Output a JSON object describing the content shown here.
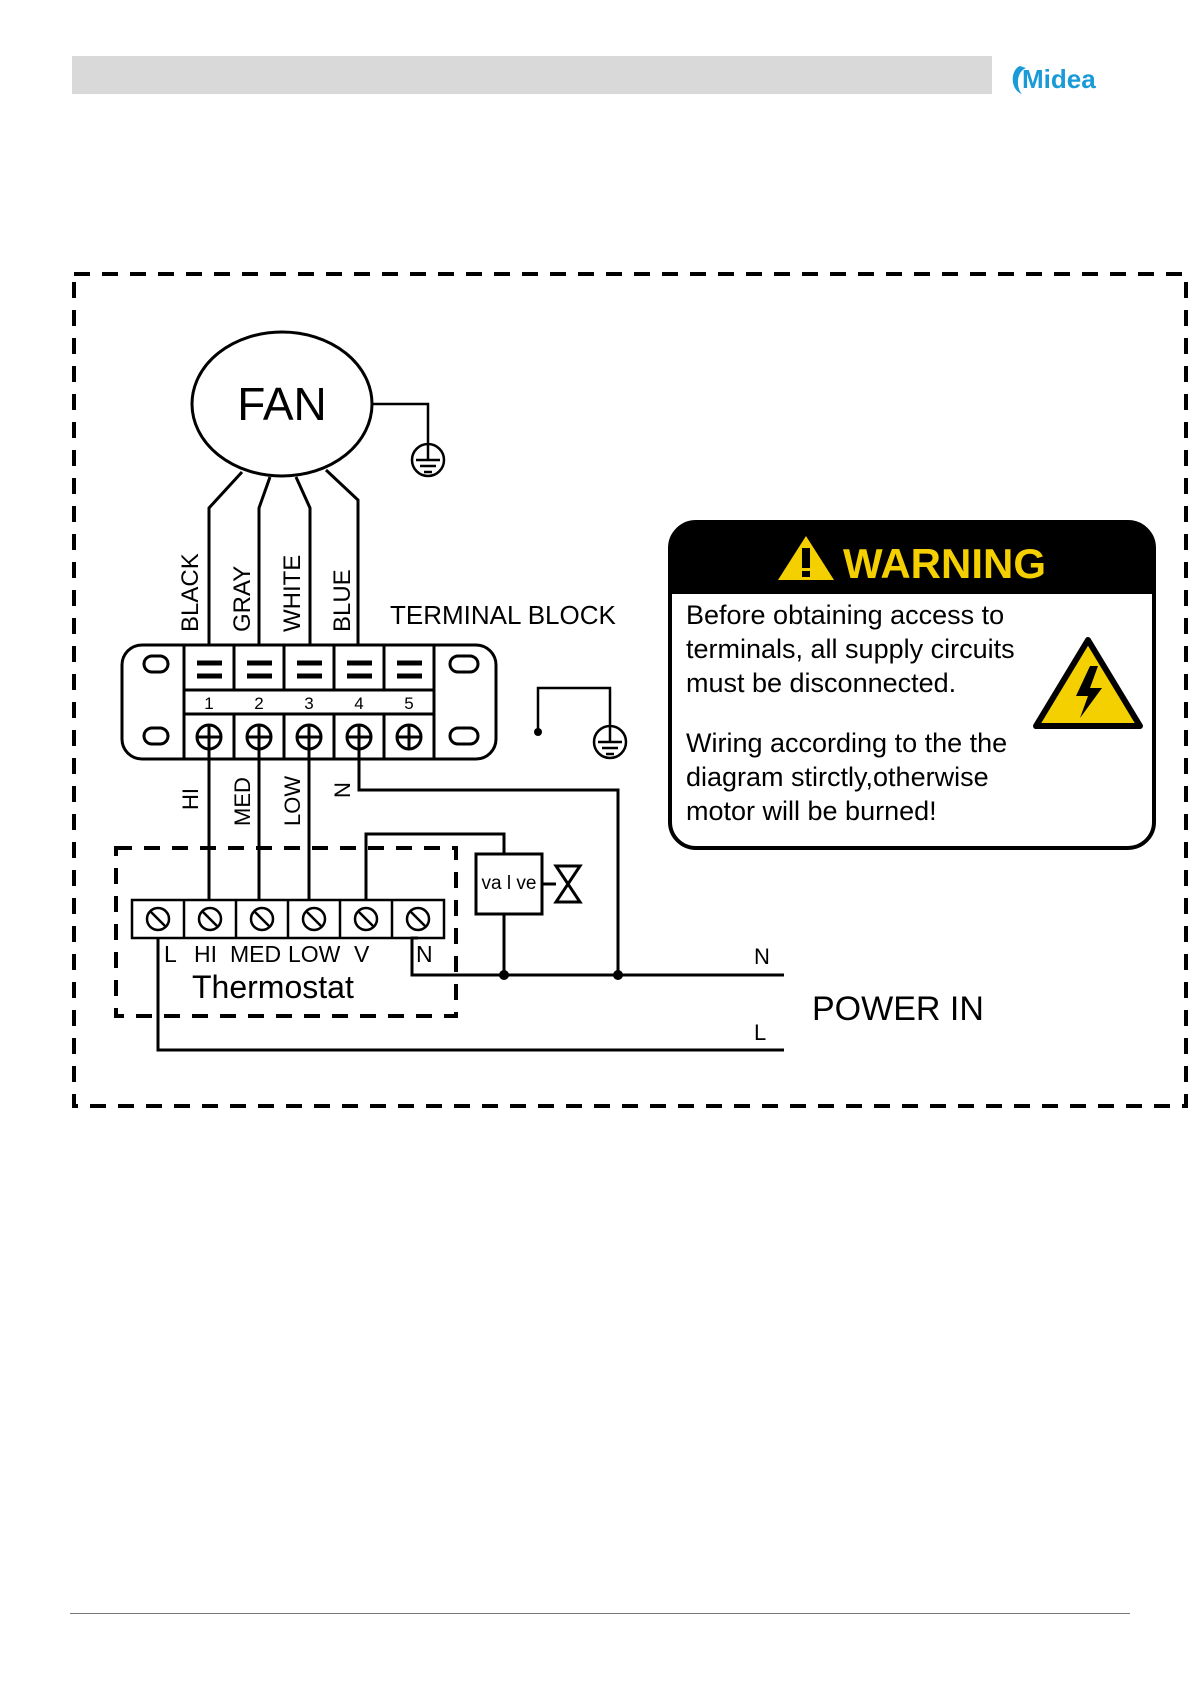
{
  "header": {
    "logo_text": "Midea",
    "brand_color": "#1a9bd7"
  },
  "diagram": {
    "fan_label": "FAN",
    "wire_colors": [
      "BLACK",
      "GRAY",
      "WHITE",
      "BLUE"
    ],
    "terminal_block_label": "TERMINAL BLOCK",
    "terminal_numbers": [
      "1",
      "2",
      "3",
      "4",
      "5"
    ],
    "output_labels": [
      "HI",
      "MED",
      "LOW",
      "N"
    ],
    "thermostat_label": "Thermostat",
    "thermostat_terminals": [
      "L",
      "HI",
      "MED",
      "LOW",
      "V",
      "N"
    ],
    "valve_label": "va l ve",
    "power_in_label": "POWER IN",
    "power_n": "N",
    "power_l": "L"
  },
  "warning": {
    "title": "WARNING",
    "text1_lines": [
      "Before obtaining access to",
      "terminals, all supply circuits",
      "must be disconnected."
    ],
    "text2_lines": [
      "Wiring according to the the",
      "diagram stirctly,otherwise",
      "motor will be burned!"
    ],
    "accent_color": "#f5d000"
  }
}
